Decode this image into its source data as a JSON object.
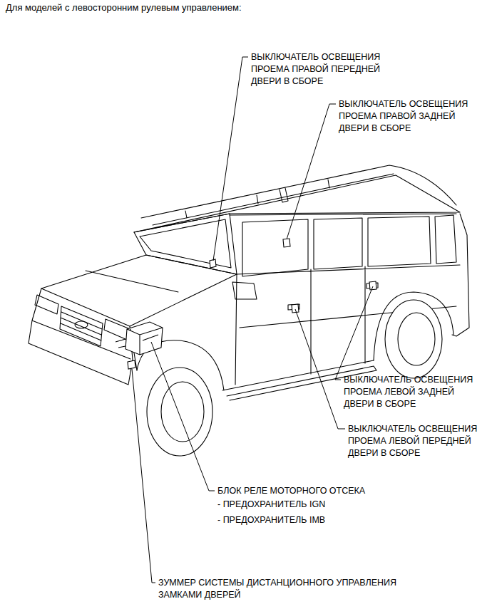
{
  "diagram": {
    "title": "Для моделей с левосторонним рулевым управлением:",
    "labels": [
      "ВЫКЛЮЧАТЕЛЬ ОСВЕЩЕНИЯ ПРОЕМА ПРАВОЙ ПЕРЕДНЕЙ ДВЕРИ В СБОРЕ",
      "ВЫКЛЮЧАТЕЛЬ ОСВЕЩЕНИЯ ПРОЕМА ПРАВОЙ ЗАДНЕЙ ДВЕРИ В СБОРЕ",
      "ВЫКЛЮЧАТЕЛЬ ОСВЕЩЕНИЯ ПРОЕМА ЛЕВОЙ ЗАДНЕЙ ДВЕРИ В СБОРЕ",
      "ВЫКЛЮЧАТЕЛЬ ОСВЕЩЕНИЯ ПРОЕМА ЛЕВОЙ ПЕРЕДНЕЙ ДВЕРИ В СБОРЕ",
      "БЛОК РЕЛЕ МОТОРНОГО ОТСЕКА",
      "- ПРЕДОХРАНИТЕЛЬ IGN",
      "- ПРЕДОХРАНИТЕЛЬ IMB",
      "ЗУММЕР СИСТЕМЫ ДИСТАНЦИОННОГО УПРАВЛЕНИЯ ЗАМКАМИ ДВЕРЕЙ"
    ]
  }
}
